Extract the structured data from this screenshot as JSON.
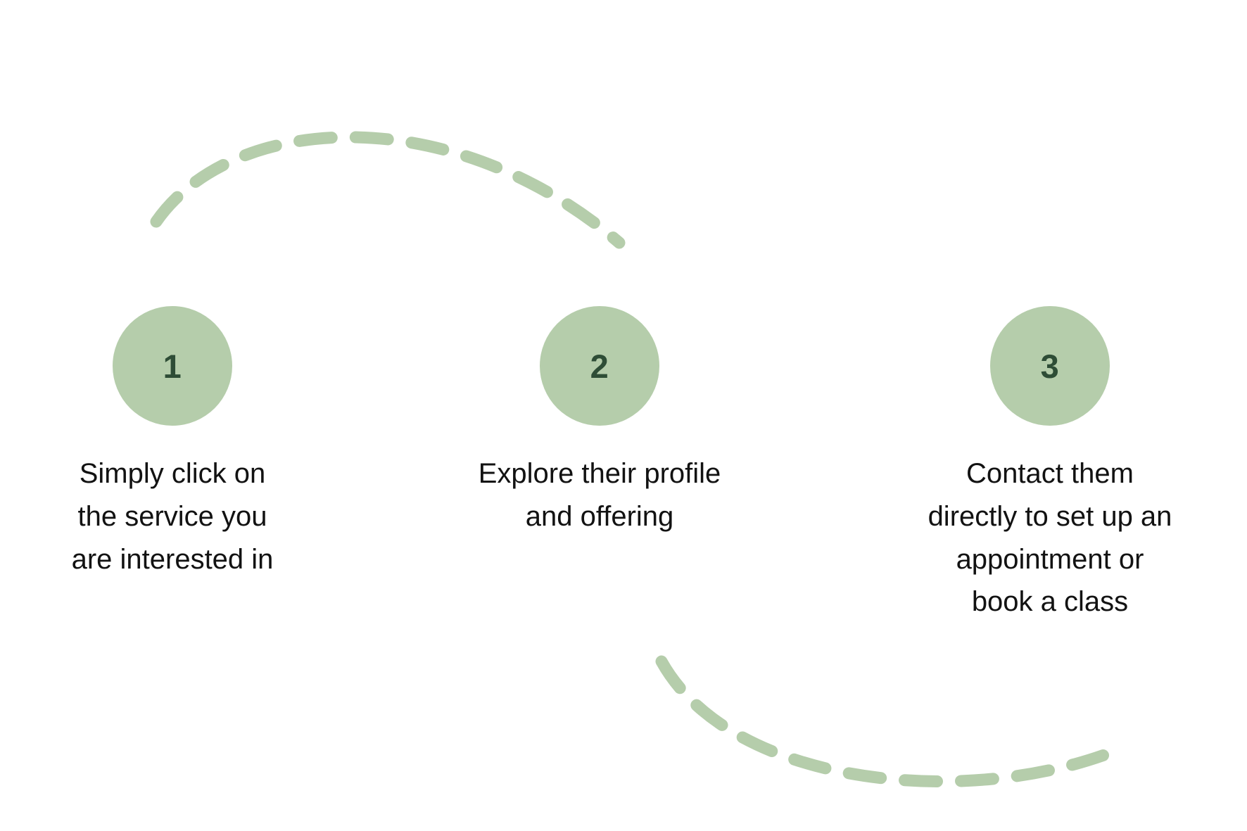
{
  "page": {
    "background_color": "#ffffff",
    "accent_color": "#b5cdab",
    "number_color": "#2e4d36",
    "text_color": "#121212"
  },
  "steps": [
    {
      "number": "1",
      "caption": "Simply click on\nthe service you\nare interested in",
      "caption_lines": [
        "Simply click on",
        "the service you",
        "are interested in"
      ]
    },
    {
      "number": "2",
      "caption": "Explore their profile\nand offering",
      "caption_lines": [
        "Explore their profile",
        "and offering"
      ]
    },
    {
      "number": "3",
      "caption": "Contact them\ndirectly to set up an\nappointment or\nbook a class",
      "caption_lines": [
        "Contact them",
        "directly to set up an",
        "appointment or",
        "book a class"
      ]
    }
  ],
  "connectors": [
    {
      "name": "top-dashed-arc",
      "style": "dashed",
      "color": "#b5cdab",
      "direction": "arc-up"
    },
    {
      "name": "bottom-dashed-arc",
      "style": "dashed",
      "color": "#b5cdab",
      "direction": "arc-down"
    }
  ]
}
